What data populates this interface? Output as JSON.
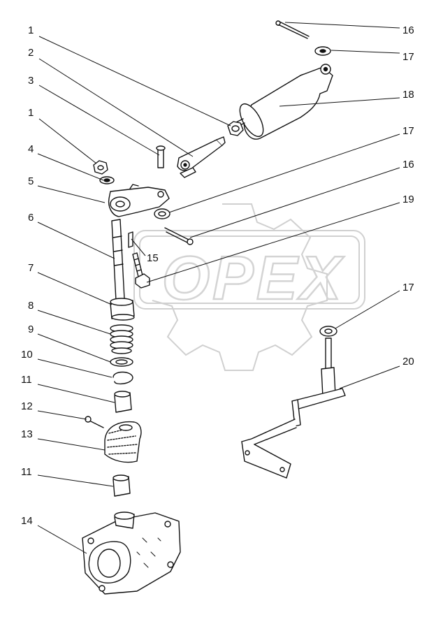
{
  "watermark": {
    "text": "OPEX",
    "color": "#d4d4d4"
  },
  "callouts": [
    {
      "id": "c1a",
      "label": "1"
    },
    {
      "id": "c2",
      "label": "2"
    },
    {
      "id": "c3",
      "label": "3"
    },
    {
      "id": "c1b",
      "label": "1"
    },
    {
      "id": "c4",
      "label": "4"
    },
    {
      "id": "c5",
      "label": "5"
    },
    {
      "id": "c6",
      "label": "6"
    },
    {
      "id": "c7",
      "label": "7"
    },
    {
      "id": "c8",
      "label": "8"
    },
    {
      "id": "c9",
      "label": "9"
    },
    {
      "id": "c10",
      "label": "10"
    },
    {
      "id": "c11a",
      "label": "11"
    },
    {
      "id": "c12",
      "label": "12"
    },
    {
      "id": "c13",
      "label": "13"
    },
    {
      "id": "c11b",
      "label": "11"
    },
    {
      "id": "c14",
      "label": "14"
    },
    {
      "id": "c16a",
      "label": "16"
    },
    {
      "id": "c17a",
      "label": "17"
    },
    {
      "id": "c18",
      "label": "18"
    },
    {
      "id": "c17b",
      "label": "17"
    },
    {
      "id": "c16b",
      "label": "16"
    },
    {
      "id": "c19",
      "label": "19"
    },
    {
      "id": "c17c",
      "label": "17"
    },
    {
      "id": "c20",
      "label": "20"
    },
    {
      "id": "c15",
      "label": "15"
    }
  ]
}
